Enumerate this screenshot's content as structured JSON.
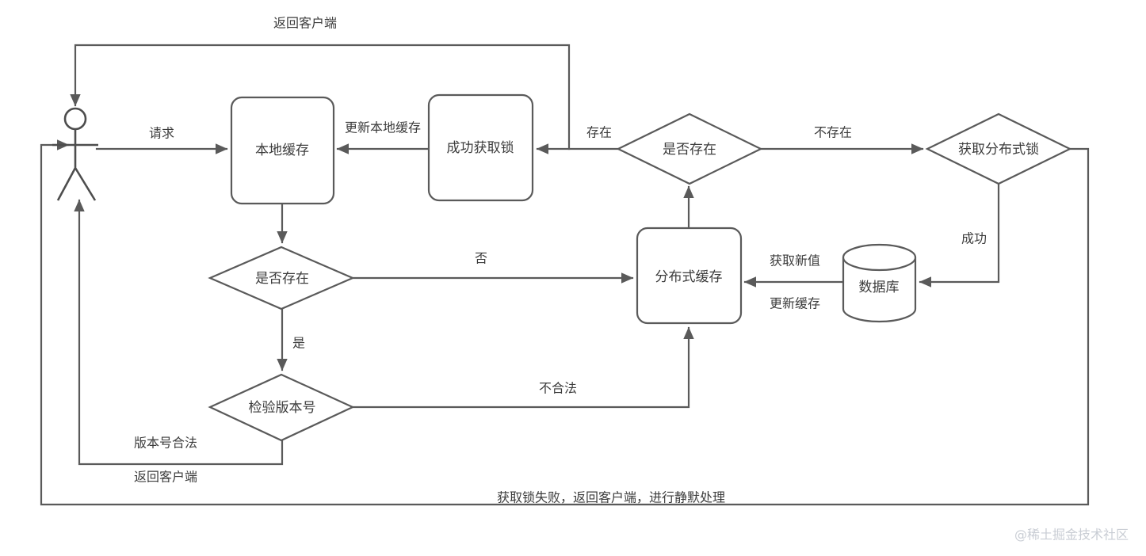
{
  "diagram": {
    "title_text": "",
    "stroke_color": "#5a5a5a",
    "text_color": "#3c3c3c",
    "background_color": "#ffffff",
    "watermark": "@稀土掘金技术社区"
  },
  "nodes": {
    "actor": "",
    "local_cache": "本地缓存",
    "acquire_lock_success": "成功获取锁",
    "exists_local": "是否存在",
    "exists_distributed": "是否存在",
    "acquire_distributed_lock": "获取分布式锁",
    "distributed_cache": "分布式缓存",
    "database": "数据库",
    "check_version": "检验版本号"
  },
  "edges": {
    "request": "请求",
    "return_client_top": "返回客户端",
    "update_local_cache": "更新本地缓存",
    "exists_yes": "存在",
    "exists_no": "不存在",
    "local_no": "否",
    "local_yes": "是",
    "lock_success": "成功",
    "get_new_value": "获取新值",
    "update_cache": "更新缓存",
    "version_invalid": "不合法",
    "version_valid": "版本号合法",
    "return_client_bottom": "返回客户端",
    "lock_failed": "获取锁失败，返回客户端，进行静默处理"
  }
}
